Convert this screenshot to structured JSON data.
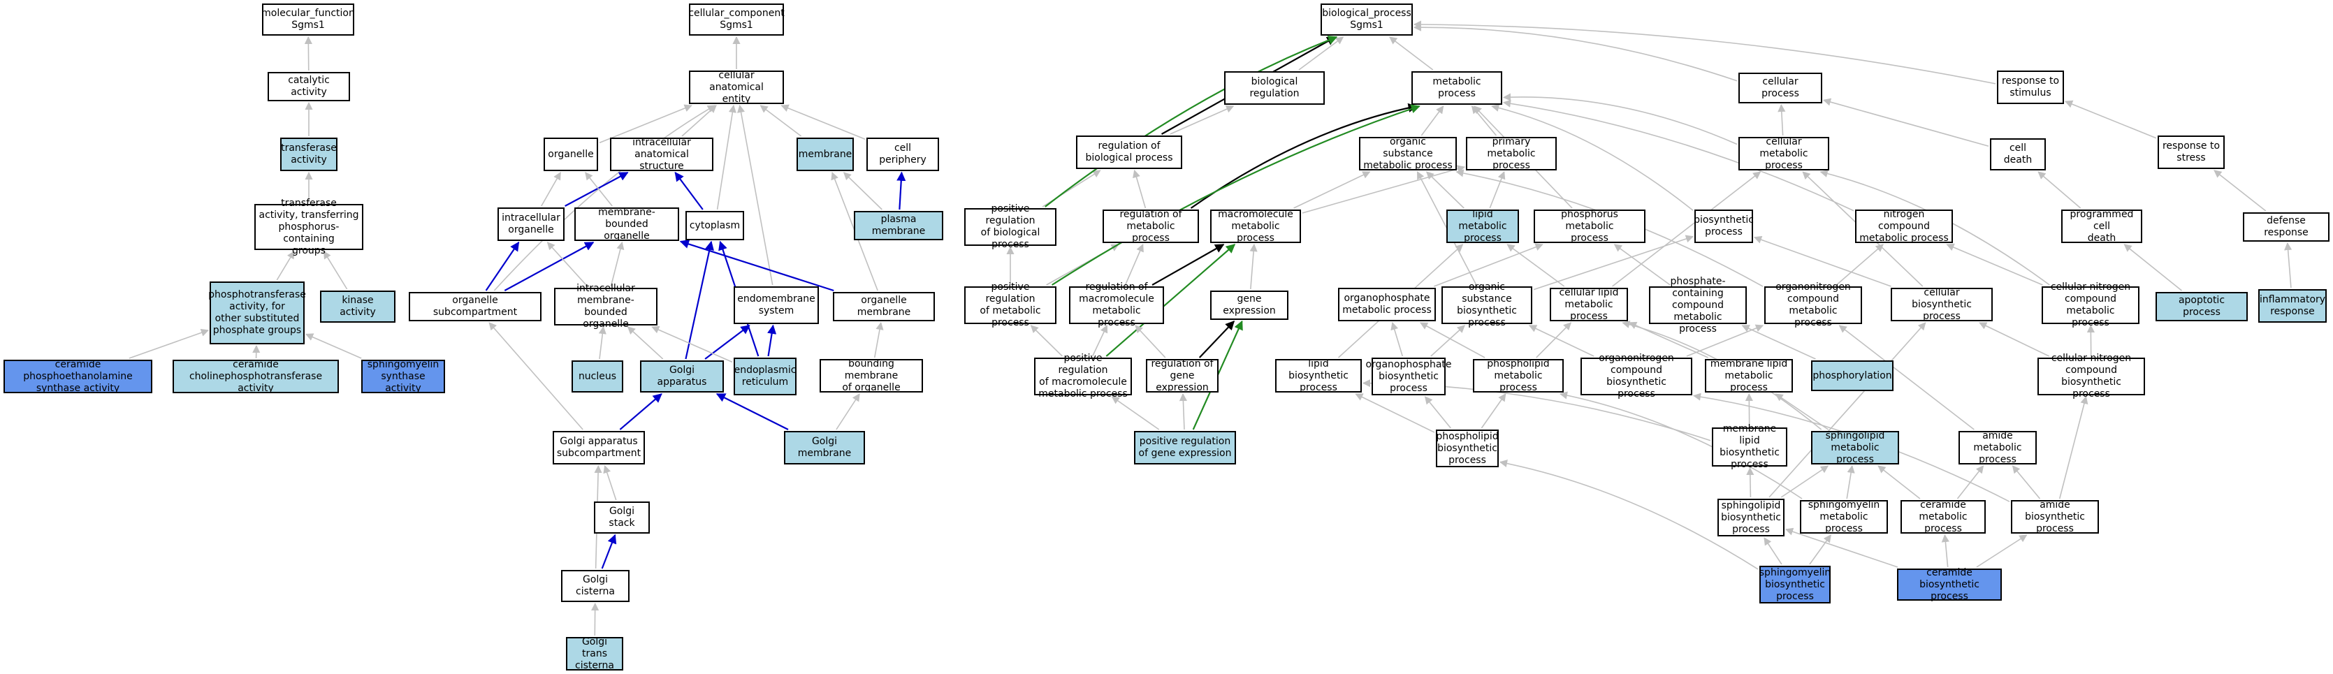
{
  "colors": {
    "white": "#ffffff",
    "light": "#add8e6",
    "blue": "#6495ed",
    "grey_edge": "#c0c0c0",
    "blue_edge": "#0000cd",
    "green_edge": "#228b22",
    "black_edge": "#000000"
  },
  "nodes": [
    {
      "id": "mf",
      "label": "molecular_function\nSgms1",
      "fill": "white"
    },
    {
      "id": "catalytic",
      "label": "catalytic activity",
      "fill": "white"
    },
    {
      "id": "transferase",
      "label": "transferase\nactivity",
      "fill": "light"
    },
    {
      "id": "transP",
      "label": "transferase\nactivity, transferring\nphosphorus-containing\ngroups",
      "fill": "white"
    },
    {
      "id": "phosphotrans",
      "label": "phosphotransferase\nactivity, for\nother substituted\nphosphate groups",
      "fill": "light"
    },
    {
      "id": "kinase",
      "label": "kinase activity",
      "fill": "light"
    },
    {
      "id": "cerPE",
      "label": "ceramide phosphoethanolamine\nsynthase activity",
      "fill": "blue"
    },
    {
      "id": "cerChol",
      "label": "ceramide cholinephosphotransferase\nactivity",
      "fill": "light"
    },
    {
      "id": "sgmsAct",
      "label": "sphingomyelin\nsynthase activity",
      "fill": "blue"
    },
    {
      "id": "cc",
      "label": "cellular_component\nSgms1",
      "fill": "white"
    },
    {
      "id": "cae",
      "label": "cellular anatomical\nentity",
      "fill": "white"
    },
    {
      "id": "organelle",
      "label": "organelle",
      "fill": "white"
    },
    {
      "id": "ias",
      "label": "intracellular\nanatomical structure",
      "fill": "white"
    },
    {
      "id": "membrane",
      "label": "membrane",
      "fill": "light"
    },
    {
      "id": "cellperiph",
      "label": "cell periphery",
      "fill": "white"
    },
    {
      "id": "intraorg",
      "label": "intracellular\norganelle",
      "fill": "white"
    },
    {
      "id": "mbo",
      "label": "membrane-bounded\norganelle",
      "fill": "white"
    },
    {
      "id": "cytoplasm",
      "label": "cytoplasm",
      "fill": "white"
    },
    {
      "id": "plasmamem",
      "label": "plasma membrane",
      "fill": "light"
    },
    {
      "id": "orgsub",
      "label": "organelle subcompartment",
      "fill": "white"
    },
    {
      "id": "imbo",
      "label": "intracellular\nmembrane-bounded\norganelle",
      "fill": "white"
    },
    {
      "id": "endomem",
      "label": "endomembrane\nsystem",
      "fill": "white"
    },
    {
      "id": "orgmem",
      "label": "organelle membrane",
      "fill": "white"
    },
    {
      "id": "nucleus",
      "label": "nucleus",
      "fill": "light"
    },
    {
      "id": "golgi",
      "label": "Golgi apparatus",
      "fill": "light"
    },
    {
      "id": "er",
      "label": "endoplasmic\nreticulum",
      "fill": "light"
    },
    {
      "id": "bmo",
      "label": "bounding membrane\nof organelle",
      "fill": "white"
    },
    {
      "id": "golgisub",
      "label": "Golgi apparatus\nsubcompartment",
      "fill": "white"
    },
    {
      "id": "golgimem",
      "label": "Golgi membrane",
      "fill": "light"
    },
    {
      "id": "golgistack",
      "label": "Golgi stack",
      "fill": "white"
    },
    {
      "id": "golgicist",
      "label": "Golgi cisterna",
      "fill": "white"
    },
    {
      "id": "golgitrans",
      "label": "Golgi trans\ncisterna",
      "fill": "light"
    },
    {
      "id": "bp",
      "label": "biological_process\nSgms1",
      "fill": "white"
    },
    {
      "id": "bioreg",
      "label": "biological regulation",
      "fill": "white"
    },
    {
      "id": "metab",
      "label": "metabolic process",
      "fill": "white"
    },
    {
      "id": "cellproc",
      "label": "cellular process",
      "fill": "white"
    },
    {
      "id": "respstim",
      "label": "response to\nstimulus",
      "fill": "white"
    },
    {
      "id": "regbp",
      "label": "regulation of\nbiological process",
      "fill": "white"
    },
    {
      "id": "osmp",
      "label": "organic substance\nmetabolic process",
      "fill": "white"
    },
    {
      "id": "pmp",
      "label": "primary metabolic\nprocess",
      "fill": "white"
    },
    {
      "id": "cmp",
      "label": "cellular metabolic\nprocess",
      "fill": "white"
    },
    {
      "id": "celldeath",
      "label": "cell death",
      "fill": "white"
    },
    {
      "id": "respstress",
      "label": "response to\nstress",
      "fill": "white"
    },
    {
      "id": "posregbp",
      "label": "positive regulation\nof biological\nprocess",
      "fill": "white"
    },
    {
      "id": "regmp",
      "label": "regulation of\nmetabolic process",
      "fill": "white"
    },
    {
      "id": "macromp",
      "label": "macromolecule\nmetabolic process",
      "fill": "white"
    },
    {
      "id": "lipidmp",
      "label": "lipid metabolic\nprocess",
      "fill": "light"
    },
    {
      "id": "phosmp",
      "label": "phosphorus metabolic\nprocess",
      "fill": "white"
    },
    {
      "id": "biosyn",
      "label": "biosynthetic\nprocess",
      "fill": "white"
    },
    {
      "id": "ncmp",
      "label": "nitrogen compound\nmetabolic process",
      "fill": "white"
    },
    {
      "id": "pcd",
      "label": "programmed cell\ndeath",
      "fill": "white"
    },
    {
      "id": "defresp",
      "label": "defense response",
      "fill": "white"
    },
    {
      "id": "posregmp",
      "label": "positive regulation\nof metabolic\nprocess",
      "fill": "white"
    },
    {
      "id": "regmacro",
      "label": "regulation of\nmacromolecule\nmetabolic process",
      "fill": "white"
    },
    {
      "id": "geneexp",
      "label": "gene expression",
      "fill": "white"
    },
    {
      "id": "orgphosmp",
      "label": "organophosphate\nmetabolic process",
      "fill": "white"
    },
    {
      "id": "osbp",
      "label": "organic substance\nbiosynthetic\nprocess",
      "fill": "white"
    },
    {
      "id": "clmp",
      "label": "cellular lipid\nmetabolic process",
      "fill": "white"
    },
    {
      "id": "pcmp",
      "label": "phosphate-containing\ncompound metabolic\nprocess",
      "fill": "white"
    },
    {
      "id": "oncmp",
      "label": "organonitrogen\ncompound metabolic\nprocess",
      "fill": "white"
    },
    {
      "id": "cbp",
      "label": "cellular biosynthetic\nprocess",
      "fill": "white"
    },
    {
      "id": "cncmp",
      "label": "cellular nitrogen\ncompound metabolic\nprocess",
      "fill": "white"
    },
    {
      "id": "apoptotic",
      "label": "apoptotic process",
      "fill": "light"
    },
    {
      "id": "inflam",
      "label": "inflammatory\nresponse",
      "fill": "light"
    },
    {
      "id": "posregmacro",
      "label": "positive regulation\nof macromolecule\nmetabolic process",
      "fill": "white"
    },
    {
      "id": "reggene",
      "label": "regulation of\ngene expression",
      "fill": "white"
    },
    {
      "id": "lipidbp",
      "label": "lipid biosynthetic\nprocess",
      "fill": "white"
    },
    {
      "id": "orgphosbp",
      "label": "organophosphate\nbiosynthetic\nprocess",
      "fill": "white"
    },
    {
      "id": "phospholmp",
      "label": "phospholipid\nmetabolic process",
      "fill": "white"
    },
    {
      "id": "oncbp",
      "label": "organonitrogen\ncompound biosynthetic\nprocess",
      "fill": "white"
    },
    {
      "id": "mlmp",
      "label": "membrane lipid\nmetabolic process",
      "fill": "white"
    },
    {
      "id": "phosphoryl",
      "label": "phosphorylation",
      "fill": "light"
    },
    {
      "id": "cncbp",
      "label": "cellular nitrogen\ncompound biosynthetic\nprocess",
      "fill": "white"
    },
    {
      "id": "posreggene",
      "label": "positive regulation\nof gene expression",
      "fill": "light"
    },
    {
      "id": "phospholbp",
      "label": "phospholipid\nbiosynthetic\nprocess",
      "fill": "white"
    },
    {
      "id": "mlbp",
      "label": "membrane lipid\nbiosynthetic\nprocess",
      "fill": "white"
    },
    {
      "id": "sphmp",
      "label": "sphingolipid\nmetabolic process",
      "fill": "light"
    },
    {
      "id": "amidemp",
      "label": "amide metabolic\nprocess",
      "fill": "white"
    },
    {
      "id": "sphbp",
      "label": "sphingolipid\nbiosynthetic\nprocess",
      "fill": "white"
    },
    {
      "id": "sgmmp",
      "label": "sphingomyelin\nmetabolic process",
      "fill": "white"
    },
    {
      "id": "cermp",
      "label": "ceramide metabolic\nprocess",
      "fill": "white"
    },
    {
      "id": "amidebp",
      "label": "amide biosynthetic\nprocess",
      "fill": "white"
    },
    {
      "id": "sgmbp",
      "label": "sphingomyelin\nbiosynthetic\nprocess",
      "fill": "blue"
    },
    {
      "id": "cerbp",
      "label": "ceramide biosynthetic\nprocess",
      "fill": "blue"
    }
  ],
  "edges": [
    {
      "from": "catalytic",
      "to": "mf",
      "type": "grey"
    },
    {
      "from": "transferase",
      "to": "catalytic",
      "type": "grey"
    },
    {
      "from": "transP",
      "to": "transferase",
      "type": "grey"
    },
    {
      "from": "phosphotrans",
      "to": "transP",
      "type": "grey"
    },
    {
      "from": "kinase",
      "to": "transP",
      "type": "grey"
    },
    {
      "from": "cerPE",
      "to": "phosphotrans",
      "type": "grey"
    },
    {
      "from": "cerChol",
      "to": "phosphotrans",
      "type": "grey"
    },
    {
      "from": "sgmsAct",
      "to": "phosphotrans",
      "type": "grey"
    },
    {
      "from": "cae",
      "to": "cc",
      "type": "grey"
    },
    {
      "from": "organelle",
      "to": "cae",
      "type": "grey"
    },
    {
      "from": "ias",
      "to": "cae",
      "type": "grey"
    },
    {
      "from": "membrane",
      "to": "cae",
      "type": "grey"
    },
    {
      "from": "cellperiph",
      "to": "cae",
      "type": "grey"
    },
    {
      "from": "cytoplasm",
      "to": "cae",
      "type": "grey"
    },
    {
      "from": "endomem",
      "to": "cae",
      "type": "grey"
    },
    {
      "from": "orgsub",
      "to": "cae",
      "type": "grey"
    },
    {
      "from": "intraorg",
      "to": "organelle",
      "type": "grey"
    },
    {
      "from": "intraorg",
      "to": "ias",
      "type": "blue"
    },
    {
      "from": "mbo",
      "to": "organelle",
      "type": "grey"
    },
    {
      "from": "cytoplasm",
      "to": "ias",
      "type": "blue"
    },
    {
      "from": "plasmamem",
      "to": "membrane",
      "type": "grey"
    },
    {
      "from": "plasmamem",
      "to": "cellperiph",
      "type": "blue"
    },
    {
      "from": "orgsub",
      "to": "intraorg",
      "type": "blue"
    },
    {
      "from": "orgsub",
      "to": "mbo",
      "type": "blue"
    },
    {
      "from": "imbo",
      "to": "intraorg",
      "type": "grey"
    },
    {
      "from": "imbo",
      "to": "mbo",
      "type": "grey"
    },
    {
      "from": "orgmem",
      "to": "membrane",
      "type": "grey"
    },
    {
      "from": "orgmem",
      "to": "mbo",
      "type": "blue"
    },
    {
      "from": "nucleus",
      "to": "imbo",
      "type": "grey"
    },
    {
      "from": "golgi",
      "to": "imbo",
      "type": "grey"
    },
    {
      "from": "golgi",
      "to": "cytoplasm",
      "type": "blue"
    },
    {
      "from": "golgi",
      "to": "endomem",
      "type": "blue"
    },
    {
      "from": "er",
      "to": "imbo",
      "type": "grey"
    },
    {
      "from": "er",
      "to": "cytoplasm",
      "type": "blue"
    },
    {
      "from": "er",
      "to": "endomem",
      "type": "blue"
    },
    {
      "from": "bmo",
      "to": "orgmem",
      "type": "grey"
    },
    {
      "from": "golgisub",
      "to": "orgsub",
      "type": "grey"
    },
    {
      "from": "golgisub",
      "to": "golgi",
      "type": "blue"
    },
    {
      "from": "golgimem",
      "to": "bmo",
      "type": "grey"
    },
    {
      "from": "golgimem",
      "to": "golgi",
      "type": "blue"
    },
    {
      "from": "golgistack",
      "to": "golgisub",
      "type": "grey"
    },
    {
      "from": "golgicist",
      "to": "golgisub",
      "type": "grey"
    },
    {
      "from": "golgicist",
      "to": "golgistack",
      "type": "blue"
    },
    {
      "from": "golgitrans",
      "to": "golgicist",
      "type": "grey"
    },
    {
      "from": "bioreg",
      "to": "bp",
      "type": "grey"
    },
    {
      "from": "metab",
      "to": "bp",
      "type": "grey"
    },
    {
      "from": "cellproc",
      "to": "bp",
      "type": "grey"
    },
    {
      "from": "respstim",
      "to": "bp",
      "type": "grey"
    },
    {
      "from": "regbp",
      "to": "bioreg",
      "type": "grey"
    },
    {
      "from": "regbp",
      "to": "bp",
      "type": "black"
    },
    {
      "from": "osmp",
      "to": "metab",
      "type": "grey"
    },
    {
      "from": "pmp",
      "to": "metab",
      "type": "grey"
    },
    {
      "from": "cmp",
      "to": "cellproc",
      "type": "grey"
    },
    {
      "from": "cmp",
      "to": "metab",
      "type": "grey"
    },
    {
      "from": "celldeath",
      "to": "cellproc",
      "type": "grey"
    },
    {
      "from": "respstress",
      "to": "respstim",
      "type": "grey"
    },
    {
      "from": "posregbp",
      "to": "regbp",
      "type": "grey"
    },
    {
      "from": "posregbp",
      "to": "bp",
      "type": "green"
    },
    {
      "from": "regmp",
      "to": "regbp",
      "type": "grey"
    },
    {
      "from": "regmp",
      "to": "metab",
      "type": "black"
    },
    {
      "from": "macromp",
      "to": "osmp",
      "type": "grey"
    },
    {
      "from": "macromp",
      "to": "pmp",
      "type": "grey"
    },
    {
      "from": "lipidmp",
      "to": "pmp",
      "type": "grey"
    },
    {
      "from": "lipidmp",
      "to": "osmp",
      "type": "grey"
    },
    {
      "from": "phosmp",
      "to": "metab",
      "type": "grey"
    },
    {
      "from": "biosyn",
      "to": "metab",
      "type": "grey"
    },
    {
      "from": "ncmp",
      "to": "metab",
      "type": "grey"
    },
    {
      "from": "pcd",
      "to": "celldeath",
      "type": "grey"
    },
    {
      "from": "defresp",
      "to": "respstress",
      "type": "grey"
    },
    {
      "from": "posregmp",
      "to": "regmp",
      "type": "grey"
    },
    {
      "from": "posregmp",
      "to": "posregbp",
      "type": "grey"
    },
    {
      "from": "posregmp",
      "to": "metab",
      "type": "green"
    },
    {
      "from": "regmacro",
      "to": "regmp",
      "type": "grey"
    },
    {
      "from": "regmacro",
      "to": "macromp",
      "type": "black"
    },
    {
      "from": "geneexp",
      "to": "macromp",
      "type": "grey"
    },
    {
      "from": "orgphosmp",
      "to": "phosmp",
      "type": "grey"
    },
    {
      "from": "osbp",
      "to": "osmp",
      "type": "grey"
    },
    {
      "from": "osbp",
      "to": "biosyn",
      "type": "grey"
    },
    {
      "from": "clmp",
      "to": "lipidmp",
      "type": "grey"
    },
    {
      "from": "clmp",
      "to": "cmp",
      "type": "grey"
    },
    {
      "from": "pcmp",
      "to": "phosmp",
      "type": "grey"
    },
    {
      "from": "oncmp",
      "to": "ncmp",
      "type": "grey"
    },
    {
      "from": "oncmp",
      "to": "osmp",
      "type": "grey"
    },
    {
      "from": "cbp",
      "to": "cmp",
      "type": "grey"
    },
    {
      "from": "cbp",
      "to": "biosyn",
      "type": "grey"
    },
    {
      "from": "cncmp",
      "to": "ncmp",
      "type": "grey"
    },
    {
      "from": "cncmp",
      "to": "cmp",
      "type": "grey"
    },
    {
      "from": "apoptotic",
      "to": "pcd",
      "type": "grey"
    },
    {
      "from": "inflam",
      "to": "defresp",
      "type": "grey"
    },
    {
      "from": "posregmacro",
      "to": "posregmp",
      "type": "grey"
    },
    {
      "from": "posregmacro",
      "to": "regmacro",
      "type": "grey"
    },
    {
      "from": "posregmacro",
      "to": "macromp",
      "type": "green"
    },
    {
      "from": "reggene",
      "to": "regmacro",
      "type": "grey"
    },
    {
      "from": "reggene",
      "to": "geneexp",
      "type": "black"
    },
    {
      "from": "lipidbp",
      "to": "lipidmp",
      "type": "grey"
    },
    {
      "from": "orgphosbp",
      "to": "orgphosmp",
      "type": "grey"
    },
    {
      "from": "orgphosbp",
      "to": "osbp",
      "type": "grey"
    },
    {
      "from": "phospholmp",
      "to": "clmp",
      "type": "grey"
    },
    {
      "from": "phospholmp",
      "to": "orgphosmp",
      "type": "grey"
    },
    {
      "from": "oncbp",
      "to": "oncmp",
      "type": "grey"
    },
    {
      "from": "oncbp",
      "to": "osbp",
      "type": "grey"
    },
    {
      "from": "mlmp",
      "to": "clmp",
      "type": "grey"
    },
    {
      "from": "phosphoryl",
      "to": "pcmp",
      "type": "grey"
    },
    {
      "from": "cncbp",
      "to": "cncmp",
      "type": "grey"
    },
    {
      "from": "cncbp",
      "to": "cbp",
      "type": "grey"
    },
    {
      "from": "posreggene",
      "to": "reggene",
      "type": "grey"
    },
    {
      "from": "posreggene",
      "to": "posregmacro",
      "type": "grey"
    },
    {
      "from": "posreggene",
      "to": "geneexp",
      "type": "green"
    },
    {
      "from": "phospholbp",
      "to": "phospholmp",
      "type": "grey"
    },
    {
      "from": "phospholbp",
      "to": "orgphosbp",
      "type": "grey"
    },
    {
      "from": "phospholbp",
      "to": "lipidbp",
      "type": "grey"
    },
    {
      "from": "mlbp",
      "to": "mlmp",
      "type": "grey"
    },
    {
      "from": "mlbp",
      "to": "lipidbp",
      "type": "grey"
    },
    {
      "from": "sphmp",
      "to": "mlmp",
      "type": "grey"
    },
    {
      "from": "sphmp",
      "to": "clmp",
      "type": "grey"
    },
    {
      "from": "amidemp",
      "to": "oncmp",
      "type": "grey"
    },
    {
      "from": "sphbp",
      "to": "sphmp",
      "type": "grey"
    },
    {
      "from": "sphbp",
      "to": "mlbp",
      "type": "grey"
    },
    {
      "from": "sphbp",
      "to": "cbp",
      "type": "grey"
    },
    {
      "from": "sgmmp",
      "to": "sphmp",
      "type": "grey"
    },
    {
      "from": "sgmmp",
      "to": "phospholmp",
      "type": "grey"
    },
    {
      "from": "cermp",
      "to": "sphmp",
      "type": "grey"
    },
    {
      "from": "cermp",
      "to": "amidemp",
      "type": "grey"
    },
    {
      "from": "amidebp",
      "to": "amidemp",
      "type": "grey"
    },
    {
      "from": "amidebp",
      "to": "oncbp",
      "type": "grey"
    },
    {
      "from": "amidebp",
      "to": "cncbp",
      "type": "grey"
    },
    {
      "from": "sgmbp",
      "to": "sphbp",
      "type": "grey"
    },
    {
      "from": "sgmbp",
      "to": "sgmmp",
      "type": "grey"
    },
    {
      "from": "sgmbp",
      "to": "phospholbp",
      "type": "grey"
    },
    {
      "from": "cerbp",
      "to": "cermp",
      "type": "grey"
    },
    {
      "from": "cerbp",
      "to": "sphbp",
      "type": "grey"
    },
    {
      "from": "cerbp",
      "to": "amidebp",
      "type": "grey"
    }
  ]
}
